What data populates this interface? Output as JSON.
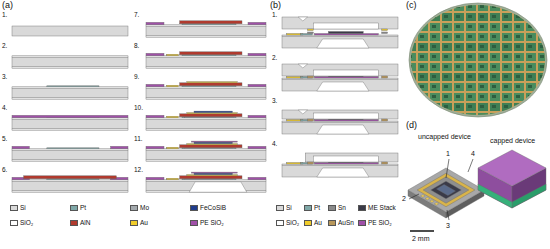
{
  "diagram": {
    "labels": [
      "(a)",
      "1.",
      "2.",
      "3.",
      "4.",
      "5.",
      "6.",
      "7.",
      "8.",
      "9.",
      "10.",
      "11.",
      "12.",
      "(b)",
      "1.",
      "2.",
      "3.",
      "4.",
      "(c)",
      "(d)",
      "1",
      "2",
      "3",
      "4",
      "uncapped device",
      "capped device",
      "2 mm"
    ],
    "legend": [
      {
        "text": "Si",
        "color": "#d9d9d9"
      },
      {
        "text": "Pt",
        "color": "#7fa8a8"
      },
      {
        "text": "Mo",
        "color": "#a3a9ad"
      },
      {
        "text": "FeCoSiB",
        "color": "#1f3c8c"
      },
      {
        "text": "SiO₂",
        "color": "#ffffff"
      },
      {
        "text": "AlN",
        "color": "#b03a2e"
      },
      {
        "text": "Au",
        "color": "#f0cc2a"
      },
      {
        "text": "PE SiO₂",
        "color": "#a050a8"
      },
      {
        "text": "Si",
        "color": "#d9d9d9"
      },
      {
        "text": "Pt",
        "color": "#7fa8a8"
      },
      {
        "text": "Sn",
        "color": "#8a8a8a"
      },
      {
        "text": "ME Stack",
        "color": "#3a3a48"
      },
      {
        "text": "SiO₂",
        "color": "#ffffff"
      },
      {
        "text": "Au",
        "color": "#f0cc2a"
      },
      {
        "text": "AuSn",
        "color": "#b8975a"
      },
      {
        "text": "PE SiO₂",
        "color": "#a050a8"
      }
    ]
  }
}
